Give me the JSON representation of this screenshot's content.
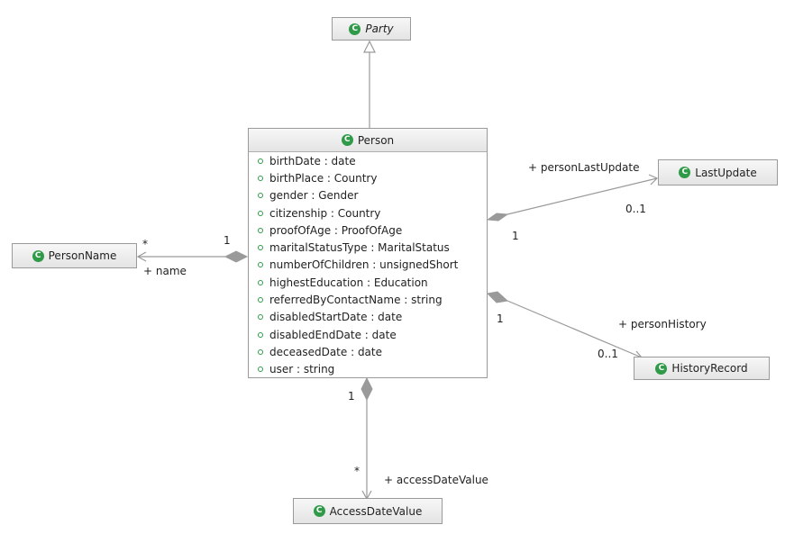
{
  "classes": {
    "party": "Party",
    "person": "Person",
    "person_name": "PersonName",
    "last_update": "LastUpdate",
    "history_record": "HistoryRecord",
    "access_date_value": "AccessDateValue"
  },
  "class_icon_glyph": "C",
  "icon_color": "#2f9a48",
  "person_attributes": [
    "birthDate : date",
    "birthPlace : Country",
    "gender : Gender",
    "citizenship : Country",
    "proofOfAge : ProofOfAge",
    "maritalStatusType : MaritalStatus",
    "numberOfChildren : unsignedShort",
    "highestEducation : Education",
    "referredByContactName : string",
    "disabledStartDate : date",
    "disabledEndDate : date",
    "deceasedDate : date",
    "user : string"
  ],
  "associations": {
    "name": {
      "role": "+ name",
      "source_multiplicity": "1",
      "target_multiplicity": "*"
    },
    "last_update": {
      "role": "+ personLastUpdate",
      "source_multiplicity": "1",
      "target_multiplicity": "0..1"
    },
    "history": {
      "role": "+ personHistory",
      "source_multiplicity": "1",
      "target_multiplicity": "0..1"
    },
    "access_date": {
      "role": "+ accessDateValue",
      "source_multiplicity": "1",
      "target_multiplicity": "*"
    }
  }
}
